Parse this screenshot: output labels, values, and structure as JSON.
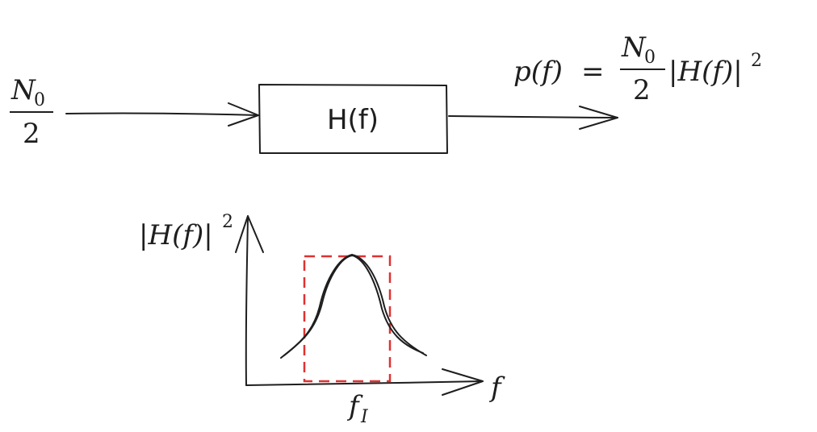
{
  "input": {
    "numerator_symbol": "N",
    "numerator_subscript": "0",
    "denominator": "2"
  },
  "block": {
    "label": "H(f)"
  },
  "output": {
    "lhs": "p(f)",
    "equals": "=",
    "numerator_symbol": "N",
    "numerator_subscript": "0",
    "denominator": "2",
    "rhs": "|H(f)|",
    "rhs_exponent": "2"
  },
  "plot": {
    "y_label": "|H(f)|",
    "y_label_exponent": "2",
    "x_label": "f",
    "center_label_symbol": "f",
    "center_label_subscript": "I"
  },
  "colors": {
    "ink": "#1e1e1e",
    "highlight": "#e03131"
  }
}
